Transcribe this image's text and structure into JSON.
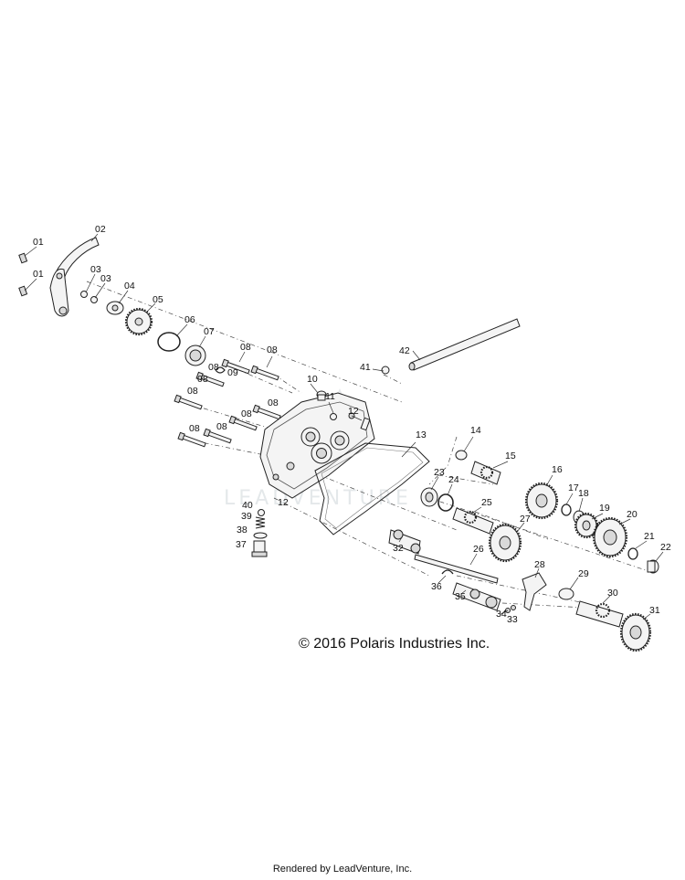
{
  "diagram": {
    "callouts": [
      "01",
      "01",
      "02",
      "03",
      "03",
      "04",
      "05",
      "06",
      "07",
      "08",
      "08",
      "08",
      "08",
      "08",
      "08",
      "08",
      "08",
      "08",
      "09",
      "10",
      "11",
      "12",
      "12",
      "13",
      "14",
      "15",
      "16",
      "17",
      "18",
      "19",
      "20",
      "21",
      "22",
      "23",
      "24",
      "25",
      "26",
      "27",
      "28",
      "29",
      "30",
      "31",
      "32",
      "33",
      "34",
      "35",
      "36",
      "37",
      "38",
      "39",
      "40",
      "41",
      "42"
    ],
    "watermark": "LEADVENTURE",
    "copyright": "© 2016 Polaris Industries Inc.",
    "footer": "Rendered by LeadVenture, Inc."
  }
}
